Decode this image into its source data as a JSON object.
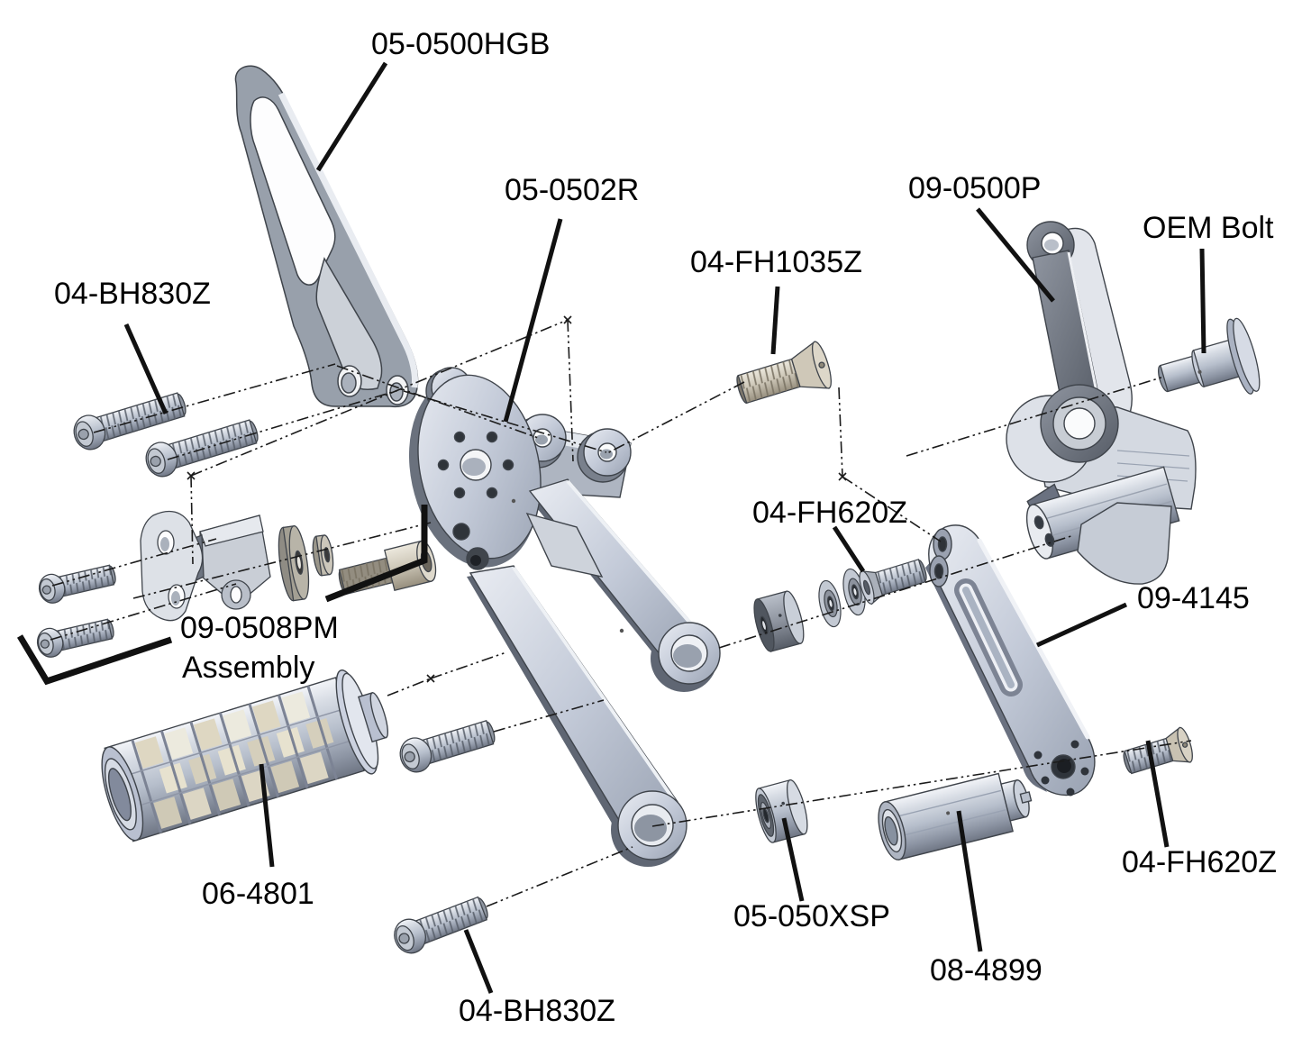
{
  "diagram": {
    "kind": "exploded-parts-diagram",
    "background": "#ffffff",
    "labels": {
      "heel_guard": "05-0500HGB",
      "main_bracket": "05-0502R",
      "pedal": "09-0500P",
      "oem_bolt": "OEM Bolt",
      "fh1035z": "04-FH1035Z",
      "bh830z_top": "04-BH830Z",
      "peg_mount_line1": "09-0508PM",
      "peg_mount_line2": "Assembly",
      "fh620z_mid": "04-FH620Z",
      "link_arm": "09-4145",
      "grip": "06-4801",
      "spacer_xsp": "05-050XSP",
      "spacer_tube": "08-4899",
      "fh620z_right": "04-FH620Z",
      "bh830z_bottom": "04-BH830Z"
    },
    "colors": {
      "label_text": "#000000",
      "leader_line": "#111111",
      "centerline": "#1b1b1b",
      "part_outline": "#3f444b",
      "steel_light": "#e9ecf2",
      "steel_mid": "#b7bfcc",
      "steel_dark": "#6f7684",
      "dark_part": "#5f6570",
      "tan_part": "#c6bfae",
      "highlight": "#eef0f5"
    }
  }
}
